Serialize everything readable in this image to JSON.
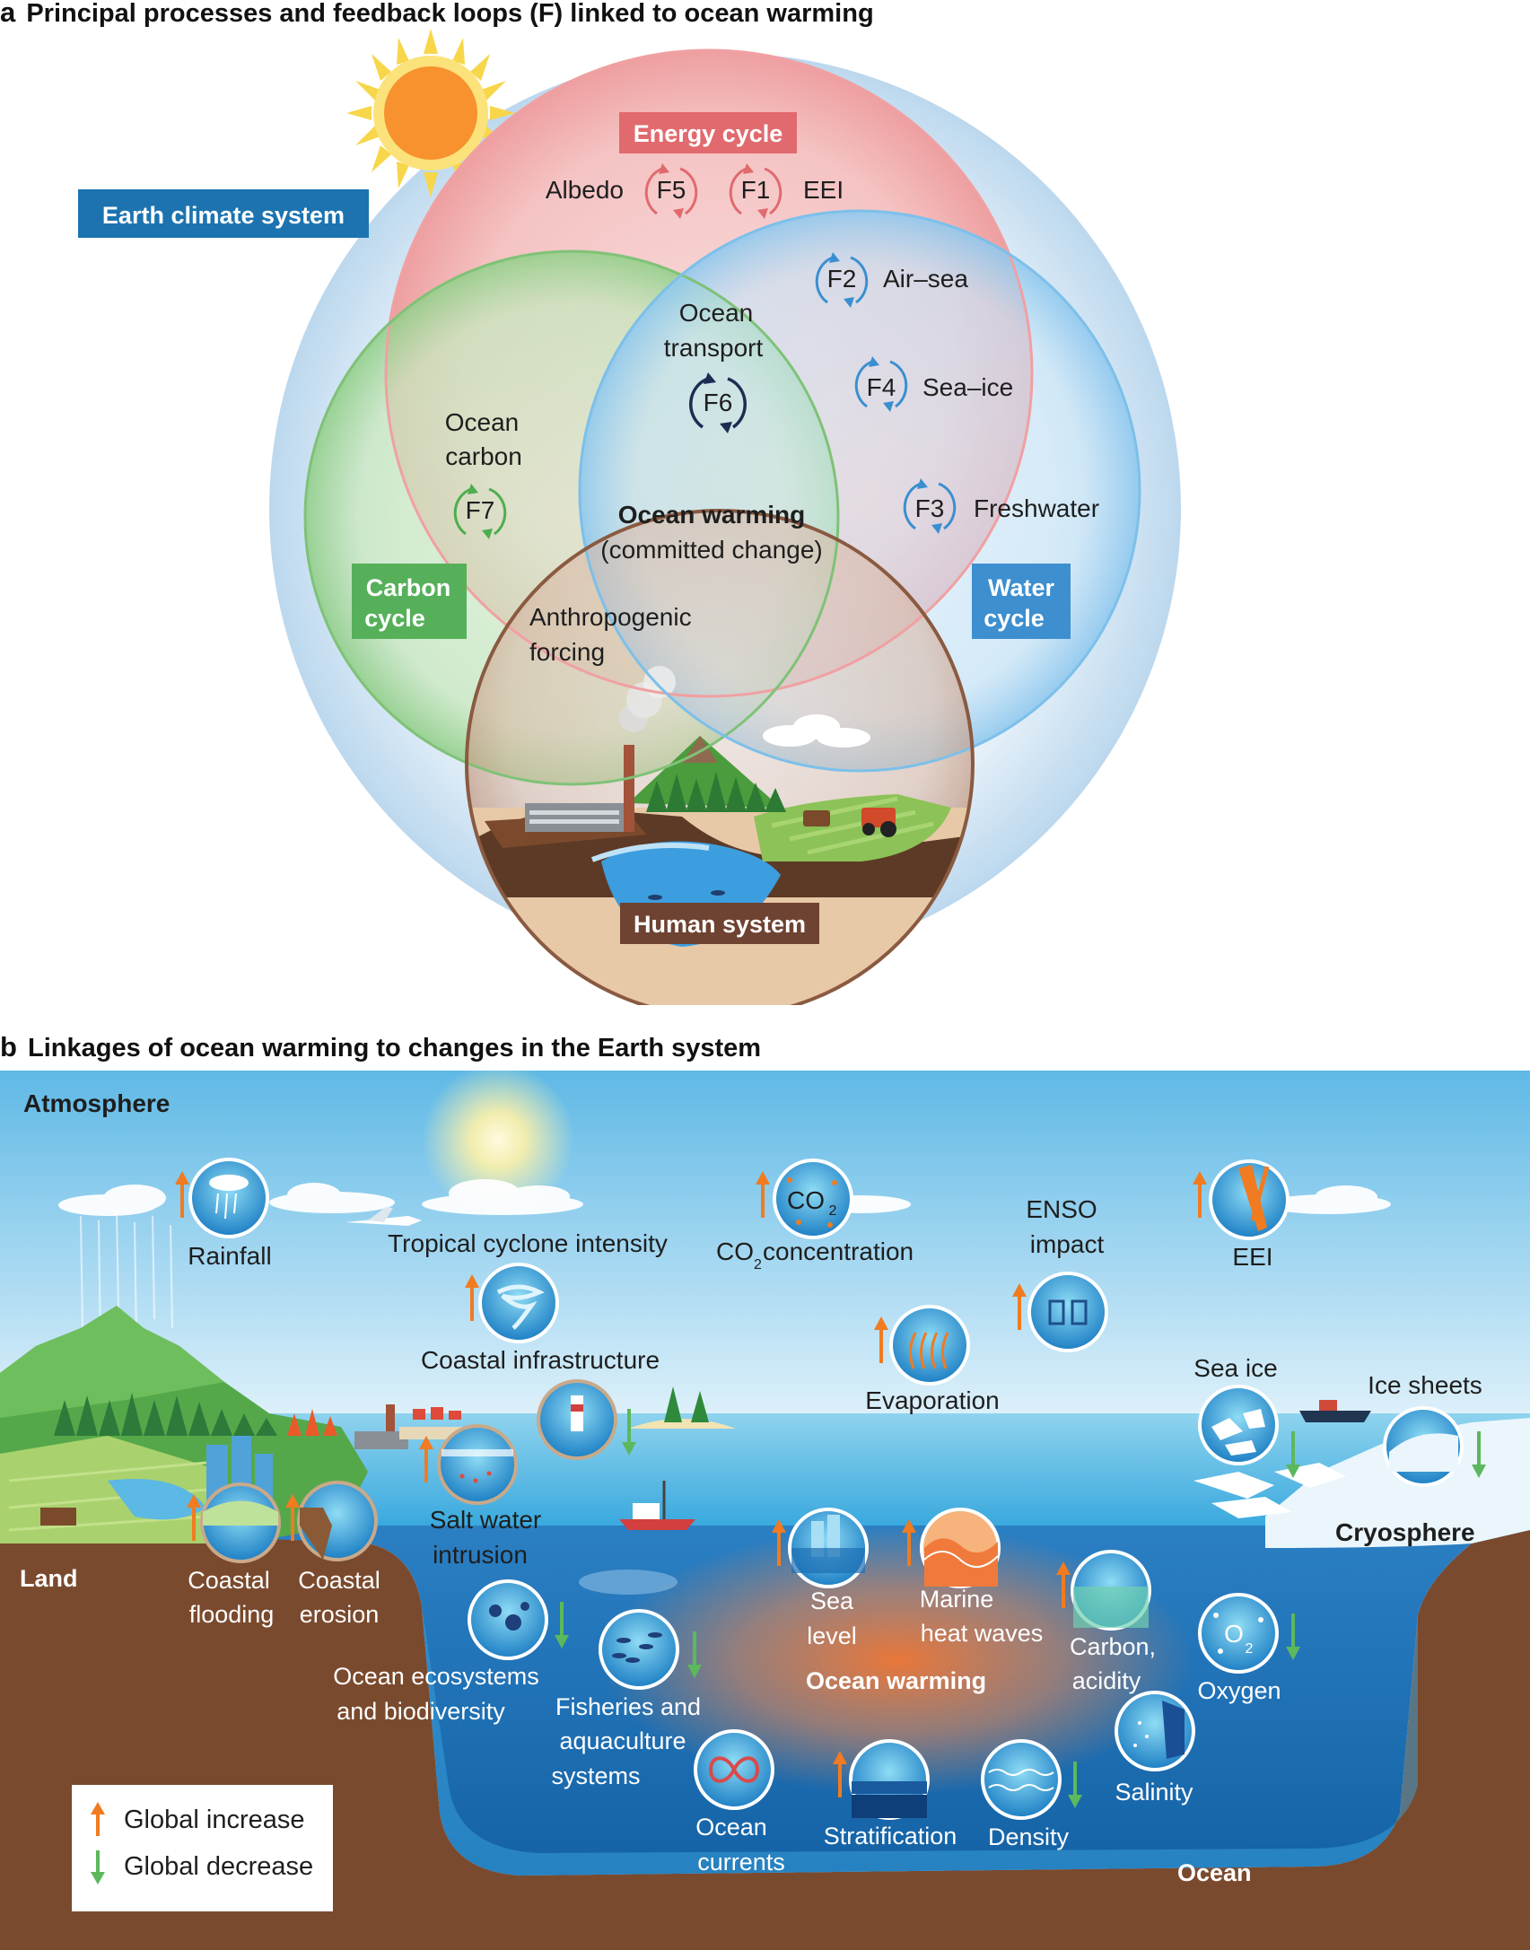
{
  "panel_a": {
    "letter": "a",
    "title": "Principal processes and feedback loops (F) linked to ocean warming",
    "earth_system_label": "Earth climate system",
    "energy_cycle_label": "Energy cycle",
    "carbon_cycle_label": [
      "Carbon",
      "cycle"
    ],
    "water_cycle_label": [
      "Water",
      "cycle"
    ],
    "human_system_label": "Human system",
    "center_title": "Ocean warming",
    "center_subtitle": "(committed change)",
    "anthropogenic_label": [
      "Anthropogenic",
      "forcing"
    ],
    "ocean_transport_label": [
      "Ocean",
      "transport"
    ],
    "ocean_carbon_label": [
      "Ocean",
      "carbon"
    ],
    "feedbacks": [
      {
        "id": "F1",
        "label": "EEI",
        "color": "#e06a6e"
      },
      {
        "id": "F2",
        "label": "Air–sea",
        "color": "#3a8fd0"
      },
      {
        "id": "F3",
        "label": "Freshwater",
        "color": "#3a8fd0"
      },
      {
        "id": "F4",
        "label": "Sea–ice",
        "color": "#3a8fd0"
      },
      {
        "id": "F5",
        "label": "Albedo",
        "color": "#e06a6e"
      },
      {
        "id": "F6",
        "label": "",
        "color": "#1c2c52"
      },
      {
        "id": "F7",
        "label": "",
        "color": "#4cae4f"
      }
    ],
    "colors": {
      "energy": "#e8767b",
      "carbon": "#56b05a",
      "water": "#3d9ad6",
      "human": "#6e4331",
      "earth_label_bg": "#1c73b0",
      "sun": "#f7922e"
    }
  },
  "panel_b": {
    "letter": "b",
    "title": "Linkages of ocean warming to changes in the Earth system",
    "regions": {
      "atmosphere": "Atmosphere",
      "land": "Land",
      "cryosphere": "Cryosphere",
      "ocean": "Ocean",
      "center": "Ocean warming"
    },
    "indicators": [
      {
        "label": "Rainfall",
        "trend": "increase",
        "icon": "rainfall-icon"
      },
      {
        "label": "Tropical cyclone intensity",
        "trend": "increase",
        "icon": "cyclone-icon"
      },
      {
        "label": "CO₂ concentration",
        "trend": "increase",
        "icon": "co2-icon"
      },
      {
        "label": "ENSO impact",
        "trend": "increase",
        "icon": "enso-icon"
      },
      {
        "label": "EEI",
        "trend": "increase",
        "icon": "eei-icon"
      },
      {
        "label": "Coastal infrastructure",
        "trend": "decrease",
        "icon": "lighthouse-icon"
      },
      {
        "label": "Evaporation",
        "trend": "increase",
        "icon": "evaporation-icon"
      },
      {
        "label": "Sea ice",
        "trend": "decrease",
        "icon": "sea-ice-icon"
      },
      {
        "label": "Ice sheets",
        "trend": "decrease",
        "icon": "ice-sheet-icon"
      },
      {
        "label": "Salt water intrusion",
        "trend": "increase",
        "icon": "salt-water-icon"
      },
      {
        "label": "Coastal flooding",
        "trend": "increase",
        "icon": "flooding-icon"
      },
      {
        "label": "Coastal erosion",
        "trend": "increase",
        "icon": "erosion-icon"
      },
      {
        "label": "Sea level",
        "trend": "increase",
        "icon": "sea-level-icon"
      },
      {
        "label": "Marine heat waves",
        "trend": "increase",
        "icon": "heatwave-icon"
      },
      {
        "label": "Carbon, acidity",
        "trend": "increase",
        "icon": "acidity-icon"
      },
      {
        "label": "Oxygen",
        "trend": "decrease",
        "icon": "oxygen-icon"
      },
      {
        "label": "Ocean ecosystems and biodiversity",
        "trend": "decrease",
        "icon": "ecosystem-icon"
      },
      {
        "label": "Fisheries and aquaculture systems",
        "trend": "decrease",
        "icon": "fish-icon"
      },
      {
        "label": "Ocean currents",
        "trend": "none",
        "icon": "currents-icon"
      },
      {
        "label": "Stratification",
        "trend": "increase",
        "icon": "stratification-icon"
      },
      {
        "label": "Density",
        "trend": "decrease",
        "icon": "density-icon"
      },
      {
        "label": "Salinity",
        "trend": "none",
        "icon": "salinity-icon"
      }
    ],
    "text": {
      "rainfall": "Rainfall",
      "cyclone": "Tropical cyclone intensity",
      "co2_a": "CO",
      "co2_sub": "2",
      "co2_b": " concentration",
      "co2_icon": "CO",
      "enso": [
        "ENSO",
        "impact"
      ],
      "eei": "EEI",
      "coastal_infra": "Coastal infrastructure",
      "evaporation": "Evaporation",
      "sea_ice": "Sea ice",
      "ice_sheets": "Ice sheets",
      "salt_water": [
        "Salt water",
        "intrusion"
      ],
      "coastal_flooding": [
        "Coastal",
        "flooding"
      ],
      "coastal_erosion": [
        "Coastal",
        "erosion"
      ],
      "sea_level": [
        "Sea",
        "level"
      ],
      "marine_heat": [
        "Marine",
        "heat waves"
      ],
      "carbon_acidity": [
        "Carbon,",
        "acidity"
      ],
      "oxygen": "Oxygen",
      "oxygen_icon": "O",
      "ecosystems": [
        "Ocean ecosystems",
        "and biodiversity"
      ],
      "fisheries": [
        "Fisheries and",
        "aquaculture",
        "systems"
      ],
      "currents": [
        "Ocean",
        "currents"
      ],
      "stratification": "Stratification",
      "density": "Density",
      "salinity": "Salinity"
    },
    "legend": {
      "increase": "Global increase",
      "decrease": "Global decrease"
    },
    "colors": {
      "increase_arrow": "#f07b21",
      "decrease_arrow": "#5cb85c",
      "sky_top": "#6ec1e8",
      "ocean": "#1f6fb3",
      "warming_glow": "#f07a3c",
      "earth": "#7a4a2e"
    }
  }
}
